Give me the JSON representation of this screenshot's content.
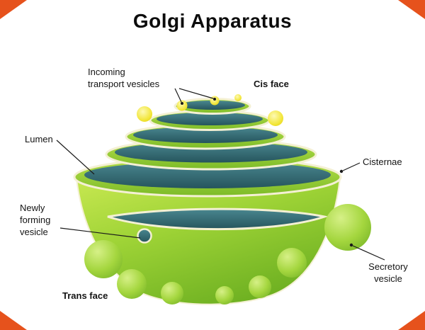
{
  "title": "Golgi Apparatus",
  "labels": {
    "incoming_transport_vesicles": "Incoming\ntransport vesicles",
    "cis_face": "Cis face",
    "lumen": "Lumen",
    "cisternae": "Cisternae",
    "newly_forming_vesicle": "Newly\nforming\nvesicle",
    "trans_face": "Trans face",
    "secretory_vesicle": "Secretory\nvesicle"
  },
  "colors": {
    "body_green": "#9ed336",
    "body_green_dark": "#6fb122",
    "body_green_light": "#c8e851",
    "lumen_teal": "#2f656e",
    "outline_cream": "#f4f0d4",
    "vesicle_yellow": "#f2e63a",
    "sphere_green": "#a4d63e",
    "corner_accent": "#e6521c",
    "text": "#111111",
    "leader_line": "#1a1a1a"
  }
}
